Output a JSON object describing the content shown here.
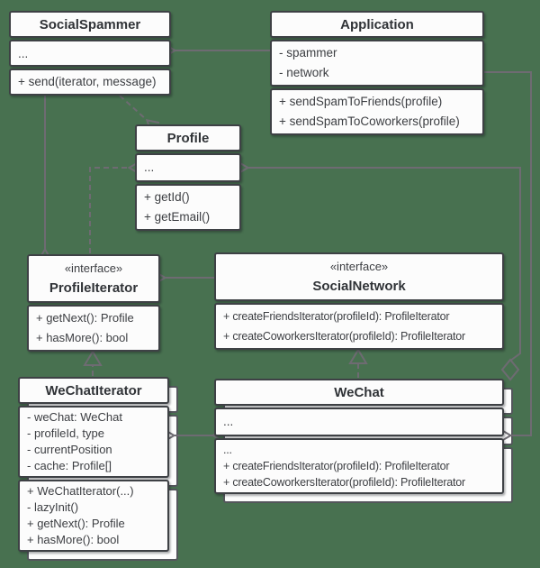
{
  "diagram": {
    "title": "Iterator pattern UML class diagram",
    "background_color": "#487150",
    "box_fill": "#fcfcfc",
    "box_border_color": "#3e4145",
    "connector_color": "#6e6b72"
  },
  "classes": {
    "social_spammer": {
      "title": "SocialSpammer",
      "fields": [
        "..."
      ],
      "methods": [
        "+ send(iterator, message)"
      ]
    },
    "application": {
      "title": "Application",
      "fields": [
        "- spammer",
        "- network"
      ],
      "methods": [
        "+ sendSpamToFriends(profile)",
        "+ sendSpamToCoworkers(profile)"
      ]
    },
    "profile": {
      "title": "Profile",
      "fields": [
        "..."
      ],
      "methods": [
        "+ getId()",
        "+ getEmail()"
      ]
    },
    "profile_iterator": {
      "stereotype": "«interface»",
      "title": "ProfileIterator",
      "methods": [
        "+ getNext(): Profile",
        "+ hasMore(): bool"
      ]
    },
    "social_network": {
      "stereotype": "«interface»",
      "title": "SocialNetwork",
      "methods": [
        "+ createFriendsIterator(profileId): ProfileIterator",
        "+ createCoworkersIterator(profileId): ProfileIterator"
      ]
    },
    "wechat_iterator": {
      "title": "WeChatIterator",
      "fields": [
        "- weChat: WeChat",
        "- profileId, type",
        "- currentPosition",
        "- cache: Profile[]"
      ],
      "methods": [
        "+ WeChatIterator(...)",
        "- lazyInit()",
        "+ getNext(): Profile",
        "+ hasMore(): bool"
      ]
    },
    "wechat": {
      "title": "WeChat",
      "fields": [
        "..."
      ],
      "methods": [
        "...",
        "+ createFriendsIterator(profileId): ProfileIterator",
        "+ createCoworkersIterator(profileId): ProfileIterator"
      ]
    }
  },
  "relationships": [
    {
      "from": "Application",
      "to": "SocialSpammer",
      "type": "association-arrow"
    },
    {
      "from": "SocialSpammer",
      "to": "Profile",
      "type": "dashed-dependency"
    },
    {
      "from": "SocialSpammer",
      "to": "ProfileIterator",
      "type": "association-arrow"
    },
    {
      "from": "ProfileIterator",
      "to": "Profile",
      "type": "dashed-dependency"
    },
    {
      "from": "SocialNetwork",
      "to": "ProfileIterator",
      "type": "association-arrow"
    },
    {
      "from": "WeChatIterator",
      "to": "ProfileIterator",
      "type": "implements-triangle"
    },
    {
      "from": "WeChat",
      "to": "SocialNetwork",
      "type": "implements-triangle"
    },
    {
      "from": "WeChat",
      "to": "Profile",
      "type": "aggregation-diamond"
    },
    {
      "from": "Application",
      "to": "WeChat",
      "type": "association-arrow"
    },
    {
      "from": "WeChat",
      "to": "WeChatIterator",
      "type": "bidirectional-association"
    }
  ]
}
